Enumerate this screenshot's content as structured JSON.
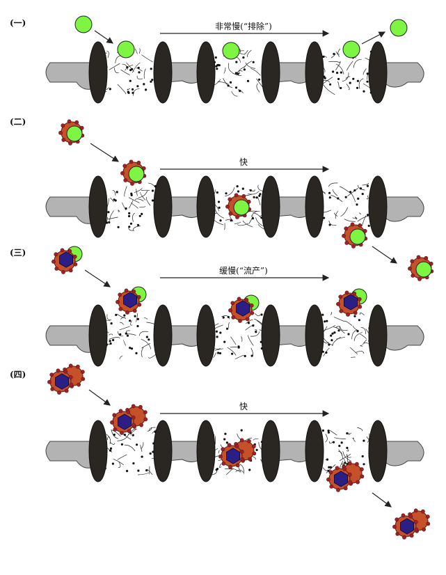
{
  "panels": [
    {
      "label": "(一)",
      "arrow_text": "非常慢(“排除”)",
      "speed": "非常慢",
      "cargo": "bare"
    },
    {
      "label": "(二)",
      "arrow_text": "快",
      "speed": "快",
      "cargo": "receptor"
    },
    {
      "label": "(三)",
      "arrow_text": "缓慢(“流产”)",
      "speed": "缓慢",
      "cargo": "receptor-pair"
    },
    {
      "label": "(四)",
      "arrow_text": "快",
      "speed": "快",
      "cargo": "receptor-double"
    }
  ],
  "colors": {
    "cargo": "#7ef542",
    "receptor": "#c6502a",
    "receptor_dots": "#a0202a",
    "partner": "#2b1f86",
    "pore_ring": "#2a2622",
    "membrane": "#b3b3b3",
    "mesh": "#222222",
    "arrow": "#222222"
  }
}
